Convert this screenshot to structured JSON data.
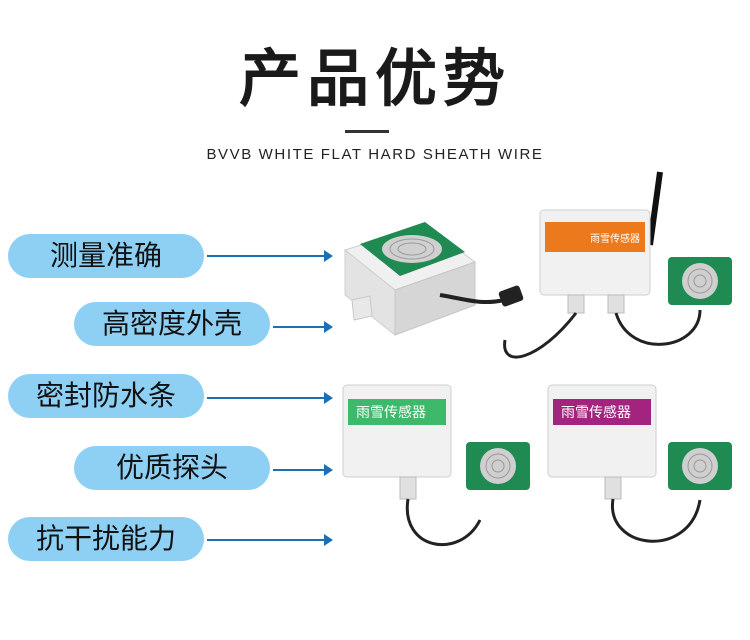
{
  "header": {
    "title": "产品优势",
    "subtitle": "BVVB WHITE FLAT HARD SHEATH WIRE"
  },
  "features": [
    "测量准确",
    "高密度外壳",
    "密封防水条",
    "优质探头",
    "抗干扰能力"
  ],
  "devices": {
    "orange_label": "雨雪传感器",
    "green_label": "雨雪传感器",
    "purple_label": "雨雪传感器",
    "colors": {
      "orange": "#ec7a1c",
      "green": "#3eb86a",
      "purple": "#a3247f",
      "pill": "#8dd0f4",
      "arrow": "#1b6fb5",
      "probe": "#1f8a52"
    }
  }
}
